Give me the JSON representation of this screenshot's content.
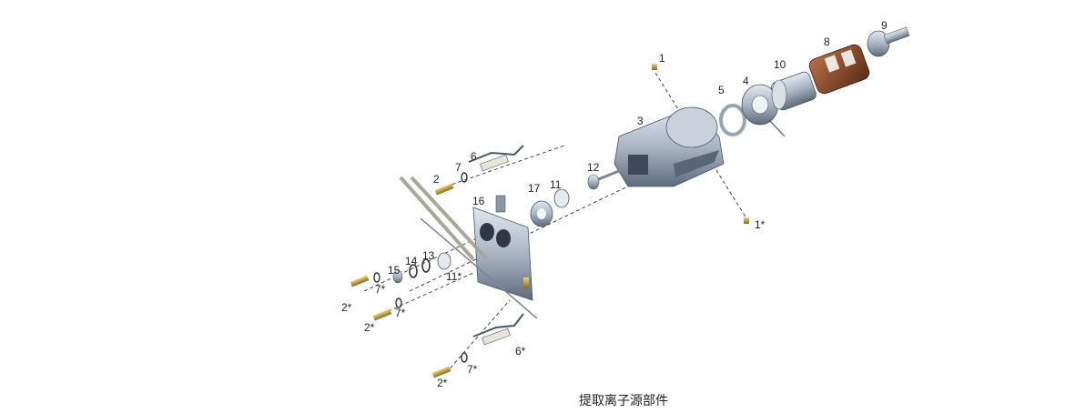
{
  "caption": "提取离子源部件",
  "labels": {
    "p1": "1",
    "p1s": "1*",
    "p2": "2",
    "p2s_a": "2*",
    "p2s_b": "2*",
    "p2s_c": "2*",
    "p3": "3",
    "p4": "4",
    "p5": "5",
    "p6": "6",
    "p6s": "6*",
    "p7": "7",
    "p7s_a": "7*",
    "p7s_b": "7*",
    "p7s_c": "7*",
    "p8": "8",
    "p9": "9",
    "p10": "10",
    "p11": "11",
    "p11s": "11*",
    "p12": "12",
    "p13": "13",
    "p14": "14",
    "p15": "15",
    "p16": "16",
    "p17": "17"
  },
  "colors": {
    "steel": "#b9c4d2",
    "steel_dark": "#6f7b8c",
    "brass": "#c9a24a",
    "copper": "#8a4b2e",
    "ceramic": "#e8e4dc"
  }
}
